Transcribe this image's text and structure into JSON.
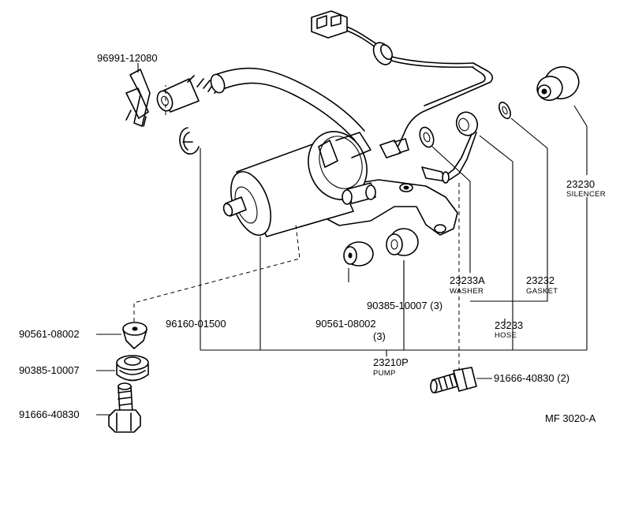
{
  "diagram": {
    "code": "MF 3020-A",
    "parts": {
      "clip": {
        "number": "96991-12080"
      },
      "snap_ring": {
        "number": "96160-01500"
      },
      "silencer": {
        "number": "23230",
        "name": "SILENCER"
      },
      "washer": {
        "number": "23233A",
        "name": "WASHER"
      },
      "gasket": {
        "number": "23232",
        "name": "GASKET"
      },
      "hose": {
        "number": "23233",
        "name": "HOSE"
      },
      "pump": {
        "number": "23210P",
        "name": "PUMP"
      },
      "grommet_center": {
        "number": "90385-10007 (3)"
      },
      "cushion_center": {
        "number": "90561-08002",
        "qty": "(3)"
      },
      "bolt_right": {
        "number": "91666-40830 (2)"
      },
      "cushion_left": {
        "number": "90561-08002"
      },
      "grommet_left": {
        "number": "90385-10007"
      },
      "bolt_left": {
        "number": "91666-40830"
      }
    }
  }
}
